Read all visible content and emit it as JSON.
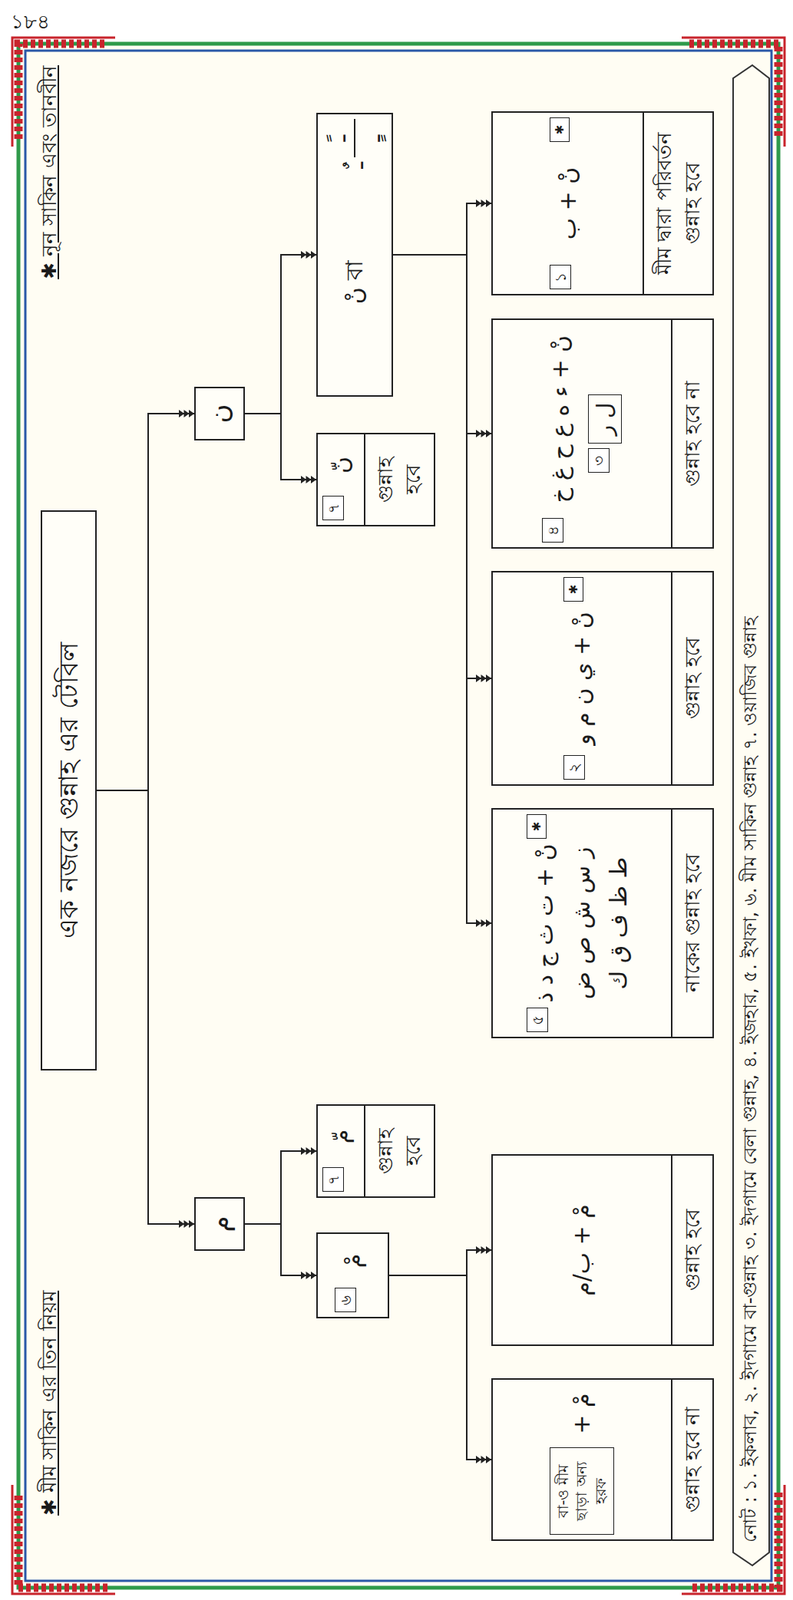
{
  "diagram": {
    "nodes": [
      {
        "text": [
          "এক নজরে গুন্নাহ এর টেবিল"
        ]
      },
      {
        "text": [
          "م"
        ]
      },
      {
        "text": [
          "ن"
        ]
      },
      {
        "text": [
          "৬",
          "مْ"
        ]
      },
      {
        "text": [
          "৭",
          "مّ",
          "গুন্নাহ হবে"
        ]
      },
      {
        "text": [
          "৭",
          "نّ",
          "গুন্নাহ হবে"
        ]
      },
      {
        "text": [
          "نْ বা",
          "ـٌ",
          "ـً",
          "ـٍ"
        ]
      },
      {
        "text": [
          "বা-ও মীম ছাড়া অন্য হরফ",
          "+ مْ",
          "গুন্নাহ হবে না"
        ]
      },
      {
        "text": [
          "مْ + ب/م",
          "গুন্নাহ হবে"
        ]
      },
      {
        "text": [
          "৫",
          "✱",
          "نْ + ت ث ج د ذ ز س ش ص ض ط ظ ف ق ك",
          "নাকের গুন্নাহ হবে"
        ]
      },
      {
        "text": [
          "২",
          "✱",
          "نْ + ي ن م و",
          "গুন্নাহ হবে"
        ]
      },
      {
        "text": [
          "৪",
          "نْ + ء ه ع ح غ خ",
          "৩",
          "ل ر",
          "গুন্নাহ হবে না"
        ]
      },
      {
        "text": [
          "১",
          "✱",
          "نْ + ب",
          "মীম দ্বারা পরিবর্তন গুন্নাহ হবে"
        ]
      }
    ],
    "edges": [
      {
        "from": 0,
        "to": 1,
        "arrow": "to"
      },
      {
        "from": 0,
        "to": 2,
        "arrow": "to"
      },
      {
        "from": 1,
        "to": 3,
        "arrow": "to"
      },
      {
        "from": 1,
        "to": 4,
        "arrow": "to"
      },
      {
        "from": 2,
        "to": 5,
        "arrow": "to"
      },
      {
        "from": 2,
        "to": 6,
        "arrow": "to"
      },
      {
        "from": 3,
        "to": 7,
        "arrow": "to"
      },
      {
        "from": 3,
        "to": 8,
        "arrow": "to"
      },
      {
        "from": 6,
        "to": 9,
        "arrow": "to"
      },
      {
        "from": 6,
        "to": 10,
        "arrow": "to"
      },
      {
        "from": 6,
        "to": 11,
        "arrow": "to"
      },
      {
        "from": 6,
        "to": 12,
        "arrow": "to"
      }
    ],
    "labels": [
      "১৮৪",
      "✱ নূন সাকিন এবং তানবীন",
      "✱ মীম সাকিন এর তিন নিয়ম",
      "নোট : ১. ইকলাব, ২. ইদগামে বা-গুন্নাহ ৩. ইদগামে বেলা গুন্নাহ, ৪. ইজহার, ৫. ইখফা, ৬. মীম সাকিন গুন্নাহ ৭. ওয়াজিব গুন্নাহ"
    ]
  }
}
